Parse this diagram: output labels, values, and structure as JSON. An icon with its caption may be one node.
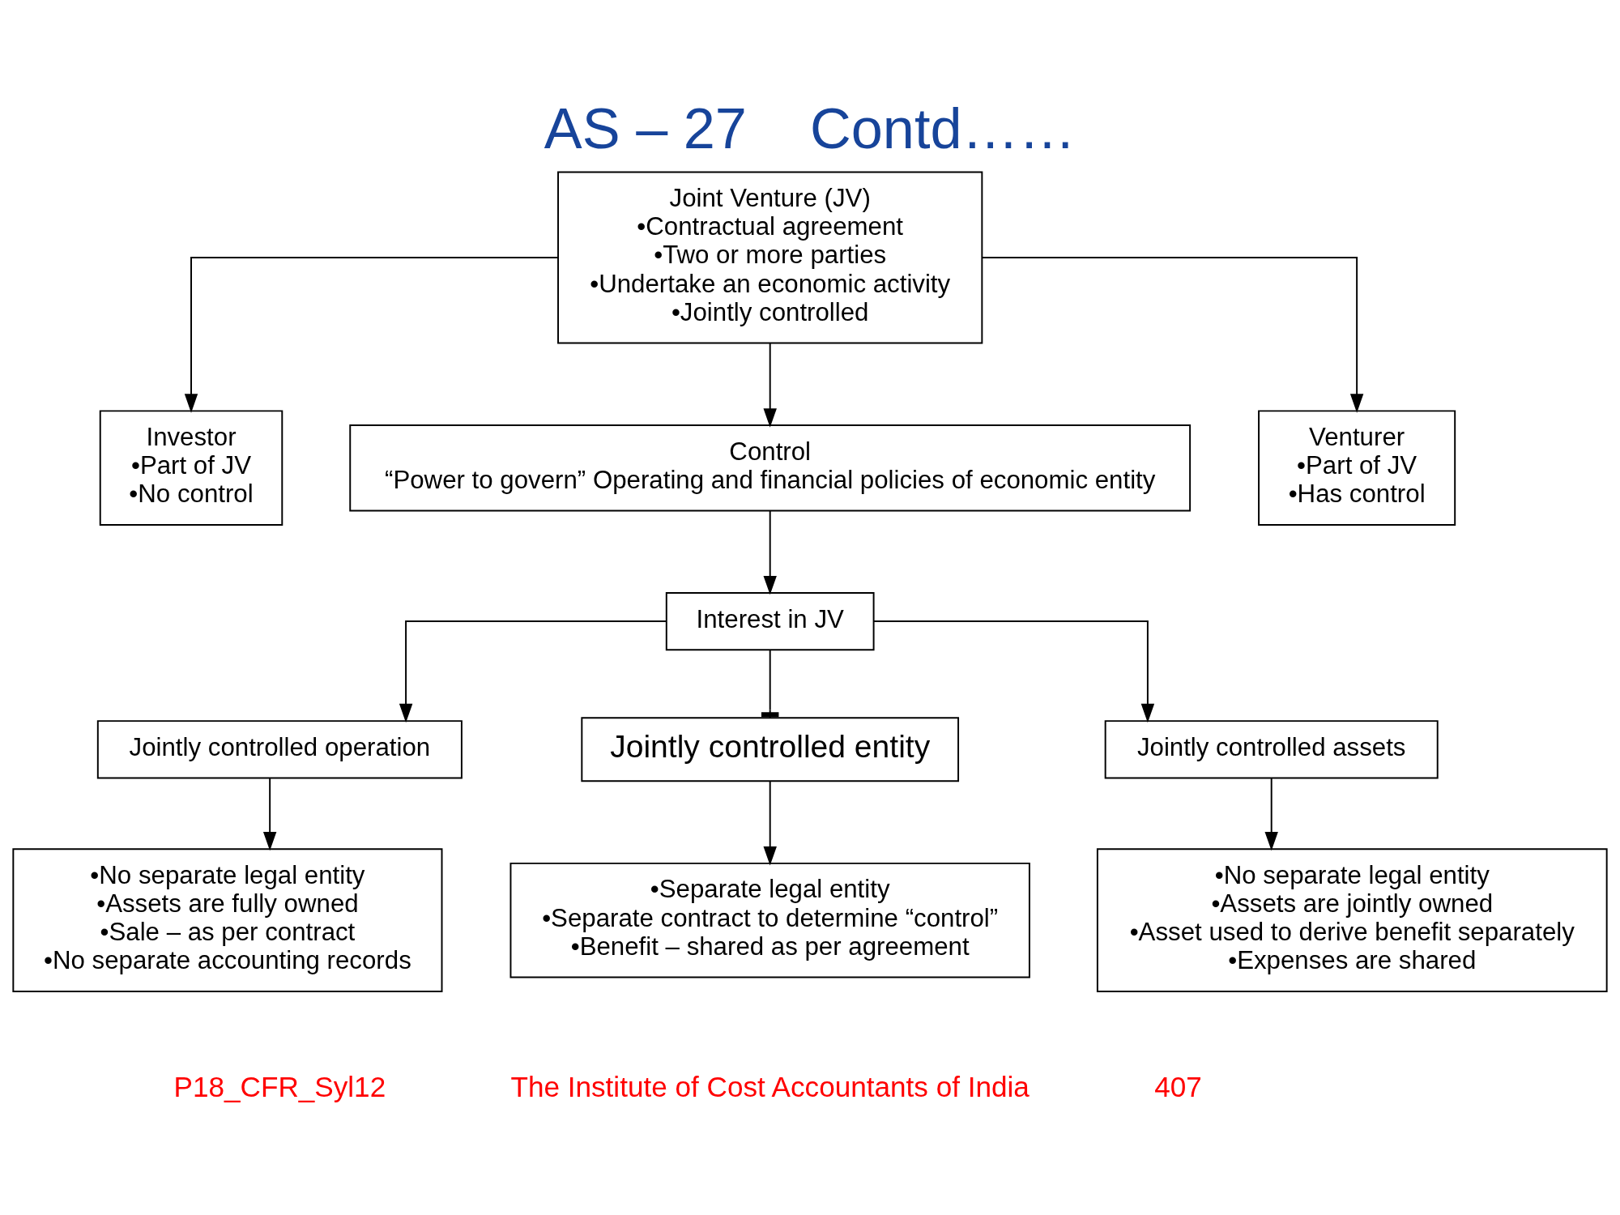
{
  "diagram": {
    "title": "AS – 27    Contd……",
    "nodes": [
      {
        "text": [
          "Joint Venture (JV)",
          "•Contractual agreement",
          "•Two or more parties",
          "•Undertake an economic activity",
          "•Jointly controlled"
        ]
      },
      {
        "text": [
          "Investor",
          "•Part of JV",
          "•No control"
        ]
      },
      {
        "text": [
          "Control",
          "“Power to govern” Operating and financial policies of economic entity"
        ]
      },
      {
        "text": [
          "Venturer",
          "•Part of JV",
          "•Has control"
        ]
      },
      {
        "text": [
          "Interest in JV"
        ]
      },
      {
        "text": [
          "Jointly controlled operation"
        ]
      },
      {
        "text": [
          "Jointly controlled entity"
        ]
      },
      {
        "text": [
          "Jointly controlled assets"
        ]
      },
      {
        "text": [
          "•No separate legal entity",
          "•Assets are fully owned",
          "•Sale – as per contract",
          "•No separate accounting records"
        ]
      },
      {
        "text": [
          "•Separate legal entity",
          "•Separate contract to determine “control”",
          "•Benefit – shared as per agreement"
        ]
      },
      {
        "text": [
          "•No separate legal entity",
          "•Assets are jointly owned",
          "•Asset used to derive benefit separately",
          "•Expenses are shared"
        ]
      }
    ],
    "edges": [
      {
        "from": 0,
        "to": 1,
        "arrow": "to"
      },
      {
        "from": 0,
        "to": 2,
        "arrow": "to"
      },
      {
        "from": 0,
        "to": 3,
        "arrow": "to"
      },
      {
        "from": 2,
        "to": 4,
        "arrow": "to"
      },
      {
        "from": 4,
        "to": 5,
        "arrow": "to"
      },
      {
        "from": 4,
        "to": 6,
        "arrow": "other"
      },
      {
        "from": 4,
        "to": 7,
        "arrow": "to"
      },
      {
        "from": 5,
        "to": 8,
        "arrow": "to"
      },
      {
        "from": 6,
        "to": 9,
        "arrow": "to"
      },
      {
        "from": 7,
        "to": 10,
        "arrow": "to"
      }
    ],
    "labels": [
      "P18_CFR_Syl12",
      "The Institute of Cost Accountants of India",
      "407"
    ]
  }
}
